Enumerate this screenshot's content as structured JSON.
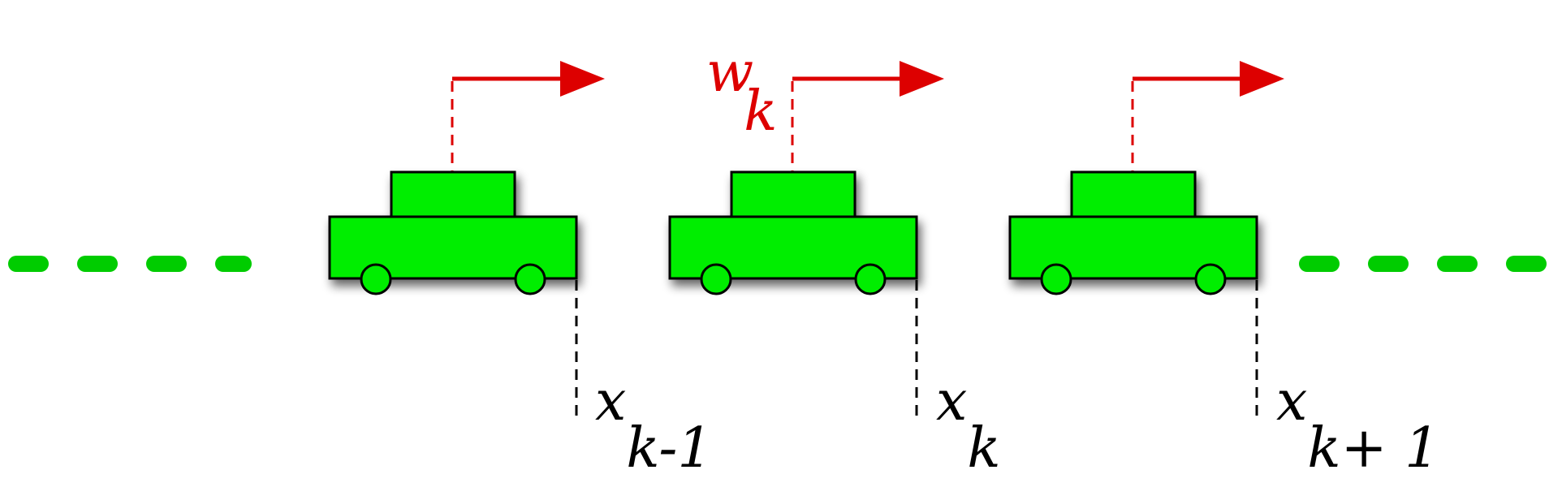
{
  "colors": {
    "car_fill": "#00ee00",
    "car_stroke": "#000000",
    "dots": "#00cc00",
    "arrow": "#dd0000",
    "guide": "#000000"
  },
  "cars": [
    {
      "pos_label": {
        "base": "x",
        "sub": "k-1"
      }
    },
    {
      "pos_label": {
        "base": "x",
        "sub": "k"
      },
      "arrow_label": {
        "base": "w",
        "sub": "k"
      }
    },
    {
      "pos_label": {
        "base": "x",
        "sub": "k+ 1"
      }
    }
  ]
}
